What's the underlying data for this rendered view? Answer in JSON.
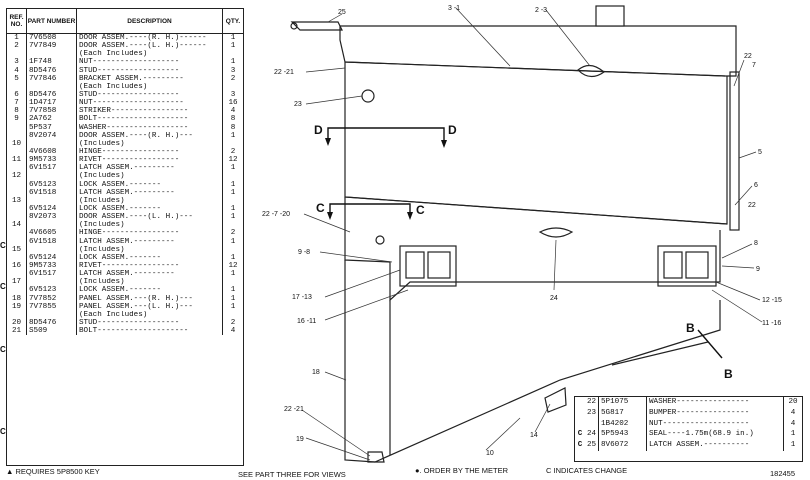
{
  "table": {
    "headers": {
      "ref": "REF. NO.",
      "part": "PART NUMBER",
      "desc": "DESCRIPTION",
      "qty": "QTY."
    },
    "rows": [
      {
        "ref": "1",
        "part": "7V6508",
        "desc": "DOOR ASSEM.----(R. H.)------",
        "qty": "1"
      },
      {
        "ref": "2",
        "part": "7V7849",
        "desc": "DOOR ASSEM.----(L. H.)------",
        "qty": "1"
      },
      {
        "ref": "",
        "part": "",
        "desc": "   (Each Includes)",
        "qty": ""
      },
      {
        "ref": "3",
        "part": "1F748",
        "desc": "   NUT-------------------",
        "qty": "1"
      },
      {
        "ref": "4",
        "part": "8D5476",
        "desc": "   STUD------------------",
        "qty": "3"
      },
      {
        "ref": "5",
        "part": "7V7846",
        "desc": "BRACKET ASSEM.---------",
        "qty": "2"
      },
      {
        "ref": "",
        "part": "",
        "desc": "   (Each Includes)",
        "qty": ""
      },
      {
        "ref": "6",
        "part": "8D5476",
        "desc": "   STUD------------------",
        "qty": "3"
      },
      {
        "ref": "7",
        "part": "1D4717",
        "desc": "NUT--------------------",
        "qty": "16"
      },
      {
        "ref": "8",
        "part": "7V7858",
        "desc": "STRIKER-----------------",
        "qty": "4"
      },
      {
        "ref": "9",
        "part": "2A762",
        "desc": "BOLT--------------------",
        "qty": "8"
      },
      {
        "ref": "",
        "part": "5P537",
        "desc": "WASHER------------------",
        "qty": "8"
      },
      {
        "ref": "",
        "part": "8V2074",
        "desc": "DOOR ASSEM.----(R. H.)---",
        "qty": "1"
      },
      {
        "ref": "10",
        "part": "",
        "desc": "   (Includes)",
        "qty": ""
      },
      {
        "ref": "",
        "part": "4V6608",
        "desc": "   HINGE-----------------",
        "qty": "2"
      },
      {
        "ref": "11",
        "part": "9M5733",
        "desc": "   RIVET-----------------",
        "qty": "12"
      },
      {
        "ref": "",
        "part": "6V1517",
        "desc": "   LATCH ASSEM.---------",
        "qty": "1"
      },
      {
        "ref": "12",
        "part": "",
        "desc": "      (Includes)",
        "qty": ""
      },
      {
        "ref": "",
        "part": "6V5123",
        "desc": "      LOCK ASSEM.-------",
        "qty": "1"
      },
      {
        "ref": "",
        "part": "6V1518",
        "desc": "   LATCH ASSEM.---------",
        "qty": "1"
      },
      {
        "ref": "13",
        "part": "",
        "desc": "      (Includes)",
        "qty": ""
      },
      {
        "ref": "",
        "part": "6V5124",
        "desc": "      LOCK ASSEM.-------",
        "qty": "1"
      },
      {
        "ref": "",
        "part": "8V2073",
        "desc": "DOOR ASSEM.----(L. H.)---",
        "qty": "1"
      },
      {
        "ref": "14",
        "part": "",
        "desc": "   (Includes)",
        "qty": ""
      },
      {
        "ref": "",
        "part": "4V6605",
        "desc": "   HINGE-----------------",
        "qty": "2"
      },
      {
        "ref": "",
        "part": "6V1518",
        "desc": "   LATCH ASSEM.---------",
        "qty": "1"
      },
      {
        "ref": "15",
        "part": "",
        "desc": "      (Includes)",
        "qty": ""
      },
      {
        "ref": "",
        "part": "6V5124",
        "desc": "      LOCK ASSEM.-------",
        "qty": "1"
      },
      {
        "ref": "16",
        "part": "9M5733",
        "desc": "   RIVET-----------------",
        "qty": "12"
      },
      {
        "ref": "",
        "part": "6V1517",
        "desc": "   LATCH ASSEM.---------",
        "qty": "1"
      },
      {
        "ref": "17",
        "part": "",
        "desc": "      (Includes)",
        "qty": ""
      },
      {
        "ref": "",
        "part": "6V5123",
        "desc": "      LOCK ASSEM.-------",
        "qty": "1"
      },
      {
        "ref": "18",
        "part": "7V7852",
        "desc": "PANEL ASSEM.---(R. H.)---",
        "qty": "1"
      },
      {
        "ref": "19",
        "part": "7V7855",
        "desc": "PANEL ASSEM.---(L. H.)---",
        "qty": "1"
      },
      {
        "ref": "",
        "part": "",
        "desc": "   (Each Includes)",
        "qty": ""
      },
      {
        "ref": "20",
        "part": "8D5476",
        "desc": "   STUD------------------",
        "qty": "2"
      },
      {
        "ref": "21",
        "part": "S509",
        "desc": "BOLT--------------------",
        "qty": "4"
      }
    ],
    "markers": [
      "C",
      "C",
      "C",
      "C"
    ]
  },
  "inset": {
    "rows": [
      {
        "mark": "",
        "ref": "22",
        "part": "5P1075",
        "desc": "WASHER----------------",
        "qty": "20"
      },
      {
        "mark": "",
        "ref": "23",
        "part": "5G817",
        "desc": "BUMPER----------------",
        "qty": "4"
      },
      {
        "mark": "",
        "ref": "",
        "part": "1B4202",
        "desc": "NUT-------------------",
        "qty": "4"
      },
      {
        "mark": "C",
        "ref": "24",
        "part": "5P5943",
        "desc": "SEAL----1.75m(68.9 in.)",
        "qty": "1"
      },
      {
        "mark": "C",
        "ref": "25",
        "part": "8V6072",
        "desc": "LATCH ASSEM.----------",
        "qty": "1"
      }
    ]
  },
  "footer": {
    "key": "REQUIRES 5P8500 KEY",
    "see": "SEE PART THREE FOR VIEWS",
    "order": "ORDER BY THE METER",
    "change": "C INDICATES CHANGE",
    "number": "182455"
  },
  "callouts": {
    "c25": "25",
    "c3_1": "3 -1",
    "c2_3": "2 -3",
    "c22_7": "22",
    "c7": "7",
    "c22_21a": "22 -21",
    "c23": "23",
    "c5": "5",
    "c6": "6",
    "c22r": "22",
    "c22_7_20": "22 -7 -20",
    "c9_8": "9 -8",
    "c8": "8",
    "c9": "9",
    "c17_13": "17 -13",
    "c16_11": "16 -11",
    "c24": "24",
    "c12_15": "12 -15",
    "c11_16": "11 -16",
    "c18": "18",
    "c22_21b": "22 -21",
    "c19": "19",
    "c10": "10",
    "c14": "14",
    "secD1": "D",
    "secD2": "D",
    "secC1": "C",
    "secC2": "C",
    "secB1": "B",
    "secB2": "B"
  }
}
